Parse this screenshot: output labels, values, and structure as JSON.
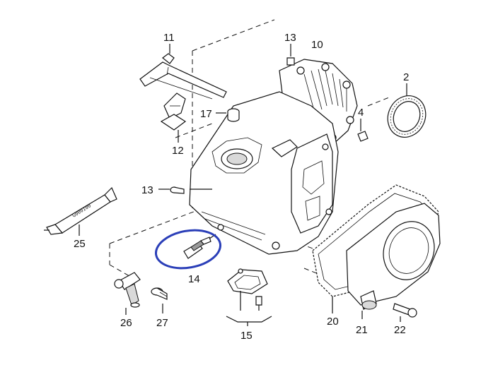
{
  "diagram": {
    "callouts": [
      {
        "id": "c2",
        "text": "2"
      },
      {
        "id": "c4",
        "text": "4"
      },
      {
        "id": "c10",
        "text": "10"
      },
      {
        "id": "c11",
        "text": "11"
      },
      {
        "id": "c12",
        "text": "12"
      },
      {
        "id": "c13a",
        "text": "13"
      },
      {
        "id": "c13b",
        "text": "13"
      },
      {
        "id": "c14",
        "text": "14"
      },
      {
        "id": "c15",
        "text": "15"
      },
      {
        "id": "c17",
        "text": "17"
      },
      {
        "id": "c20",
        "text": "20"
      },
      {
        "id": "c21",
        "text": "21"
      },
      {
        "id": "c22",
        "text": "22"
      },
      {
        "id": "c25",
        "text": "25"
      },
      {
        "id": "c26",
        "text": "26"
      },
      {
        "id": "c27",
        "text": "27"
      }
    ],
    "tube_label": "G000100",
    "highlight": {
      "color": "#2b3fb8",
      "target": "14"
    }
  }
}
